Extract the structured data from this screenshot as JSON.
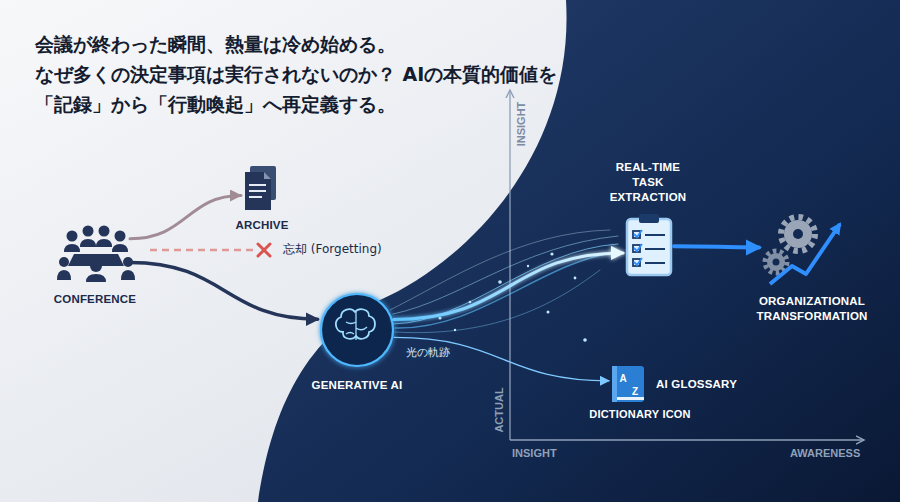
{
  "diagram": {
    "title": "会議が終わった瞬間、熱量は冷め始める。 なぜ多くの決定事項は実行されないのか？ AIの本質的価値を「記録」から「行動喚起」へ再定義する。",
    "nodes": [
      {
        "text": [
          "CONFERENCE"
        ]
      },
      {
        "text": [
          "ARCHIVE"
        ]
      },
      {
        "text": [
          "GENERATIVE AI"
        ]
      },
      {
        "text": [
          "REAL-TIME TASK EXTRACTION"
        ]
      },
      {
        "text": [
          "ORGANIZATIONAL TRANSFORMATION"
        ]
      },
      {
        "text": [
          "AI GLOSSARY",
          "DICTIONARY ICON"
        ]
      }
    ],
    "edges": [
      {
        "from": 0,
        "to": 1,
        "arrow": "to"
      },
      {
        "from": 0,
        "to": 2,
        "arrow": "to"
      },
      {
        "from": 2,
        "to": 3,
        "arrow": "to"
      },
      {
        "from": 3,
        "to": 4,
        "arrow": "to"
      },
      {
        "from": 2,
        "to": 5,
        "arrow": "to"
      }
    ],
    "labels": [
      "忘却 (Forgetting)",
      "光の軌跡",
      "INSIGHT",
      "ACTUAL",
      "INSIGHT",
      "AWARENESS",
      "A",
      "Z"
    ]
  }
}
